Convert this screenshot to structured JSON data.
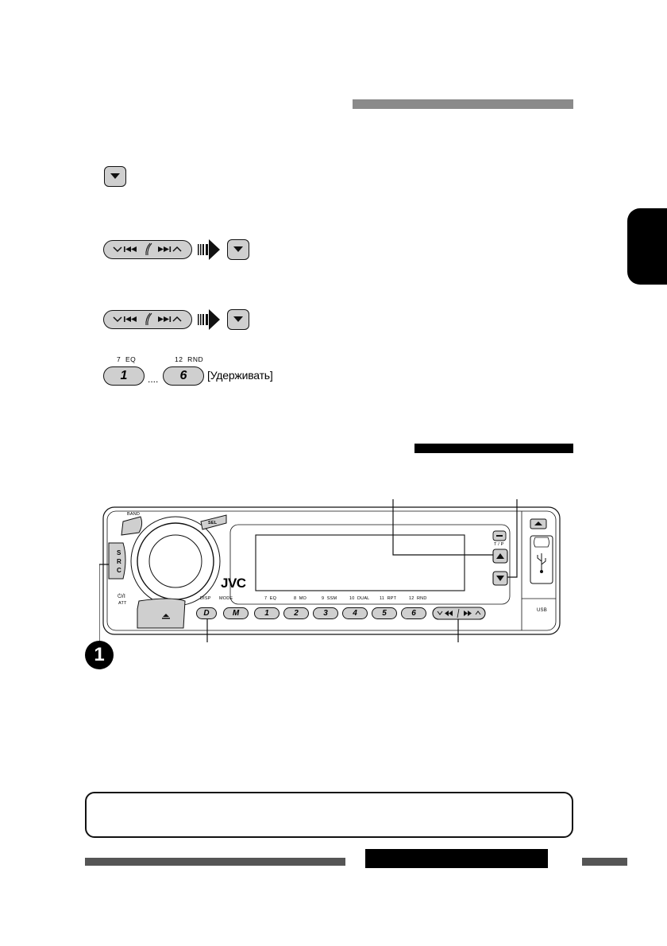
{
  "steps": {
    "hold_label": "[Удерживать]",
    "preset_first": {
      "label": "1",
      "caption": "7  EQ"
    },
    "preset_last": {
      "label": "6",
      "caption": "12  RND"
    },
    "ellipsis": "...."
  },
  "device": {
    "brand": "JVC",
    "band_label": "BAND",
    "sel_label": "SEL",
    "src_letters": "S R C",
    "power_label": "⏻/I",
    "att_label": "ATT",
    "tp_label": "T / P",
    "usb_label": "USB",
    "row_labels": [
      {
        "text": "DISP"
      },
      {
        "text": "MODE"
      },
      {
        "text": "7  EQ"
      },
      {
        "text": "8  MO"
      },
      {
        "text": "9  SSM"
      },
      {
        "text": "10  DUAL"
      },
      {
        "text": "11  RPT"
      },
      {
        "text": "12  RND"
      }
    ],
    "buttons": [
      "D",
      "M",
      "1",
      "2",
      "3",
      "4",
      "5",
      "6"
    ],
    "callout_number": "1"
  },
  "colors": {
    "button_fill": "#cfcfcf",
    "gray_bar": "#8a8a8a",
    "ink": "#000000"
  }
}
